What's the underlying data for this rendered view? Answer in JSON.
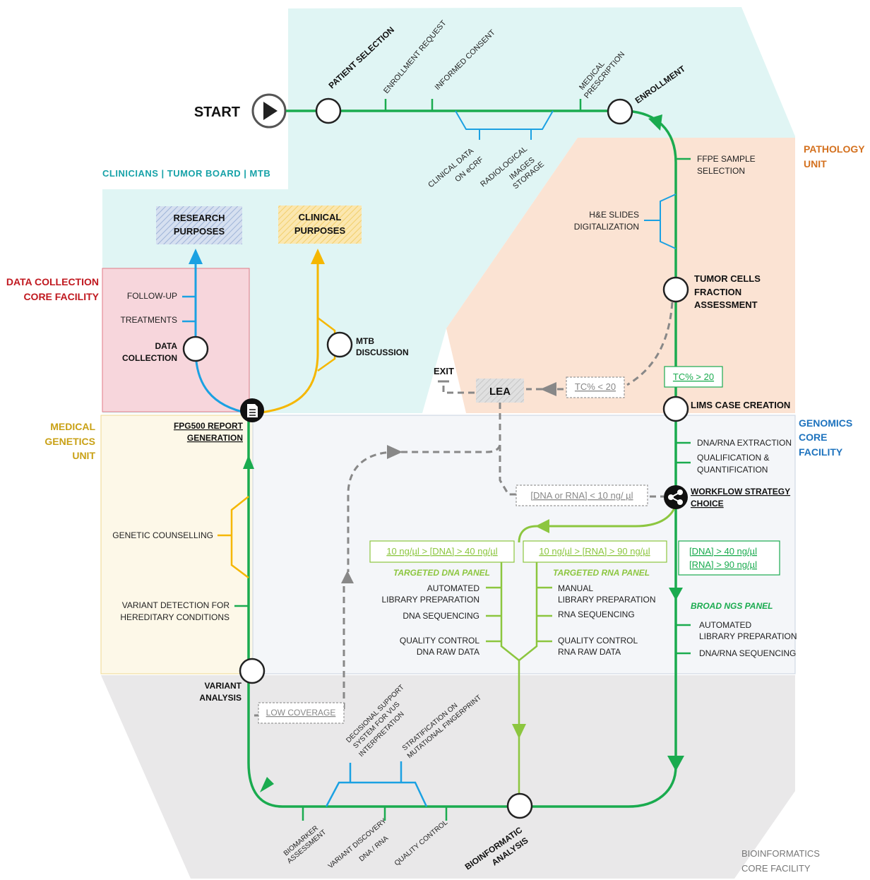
{
  "start_label": "START",
  "areas": {
    "clinicians": "CLINICIANS | TUMOR BOARD | MTB",
    "pathology": [
      "PATHOLOGY",
      "UNIT"
    ],
    "data_collection": [
      "DATA COLLECTION",
      "CORE FACILITY"
    ],
    "medical_genetics": [
      "MEDICAL",
      "GENETICS",
      "UNIT"
    ],
    "genomics": [
      "GENOMICS",
      "CORE",
      "FACILITY"
    ],
    "bioinformatics": [
      "BIOINFORMATICS",
      "CORE FACILITY"
    ]
  },
  "nodes": {
    "patient_selection": "PATIENT SELECTION",
    "enrollment": "ENROLLMENT",
    "tumor_cells": [
      "TUMOR CELLS",
      "FRACTION",
      "ASSESSMENT"
    ],
    "lims": "LIMS CASE CREATION",
    "workflow": [
      "WORKFLOW STRATEGY",
      "CHOICE"
    ],
    "bioinformatic": [
      "BIOINFORMATIC",
      "ANALYSIS"
    ],
    "variant_analysis": [
      "VARIANT",
      "ANALYSIS"
    ],
    "report": [
      "FPG500 REPORT",
      "GENERATION"
    ],
    "data_collection": [
      "DATA",
      "COLLECTION"
    ],
    "mtb": [
      "MTB",
      "DISCUSSION"
    ],
    "lea": "LEA",
    "exit": "EXIT"
  },
  "purposes": {
    "research": [
      "RESEARCH",
      "PURPOSES"
    ],
    "clinical": [
      "CLINICAL",
      "PURPOSES"
    ]
  },
  "steps": {
    "enrollment_request": "ENROLLMENT REQUEST",
    "informed_consent": "INFORMED CONSENT",
    "medical_prescription": [
      "MEDICAL",
      "PRESCRIPTION"
    ],
    "clinical_data": [
      "CLINICAL DATA",
      "ON eCRF"
    ],
    "radiological": [
      "RADIOLOGICAL",
      "IMAGES",
      "STORAGE"
    ],
    "ffpe": [
      "FFPE SAMPLE",
      "SELECTION"
    ],
    "he_slides": [
      "H&E SLIDES",
      "DIGITALIZATION"
    ],
    "follow_up": "FOLLOW-UP",
    "treatments": "TREATMENTS",
    "extraction": "DNA/RNA EXTRACTION",
    "qualification": [
      "QUALIFICATION &",
      "QUANTIFICATION"
    ],
    "genetic_counselling": "GENETIC COUNSELLING",
    "variant_detection": [
      "VARIANT DETECTION FOR",
      "HEREDITARY CONDITIONS"
    ],
    "dna_auto": [
      "AUTOMATED",
      "LIBRARY PREPARATION"
    ],
    "dna_seq": "DNA SEQUENCING",
    "dna_qc": [
      "QUALITY CONTROL",
      "DNA RAW DATA"
    ],
    "rna_manual": [
      "MANUAL",
      "LIBRARY PREPARATION"
    ],
    "rna_seq": "RNA SEQUENCING",
    "rna_qc": [
      "QUALITY CONTROL",
      "RNA RAW DATA"
    ],
    "broad_auto": [
      "AUTOMATED",
      "LIBRARY PREPARATION"
    ],
    "broad_seq": "DNA/RNA SEQUENCING",
    "decisional": [
      "DECISIONAL SUPPORT",
      "SYSTEM FOR VUS",
      "INTERPRETATION"
    ],
    "stratification": [
      "STRATIFICATION ON",
      "MUTATIONAL FINGERPRINT"
    ],
    "biomarker": [
      "BIOMARKER",
      "ASSESSMENT"
    ],
    "variant_discovery": [
      "VARIANT DISCOVERY",
      "DNA / RNA"
    ],
    "quality_control": "QUALITY CONTROL"
  },
  "panels": {
    "targeted_dna": "TARGETED DNA PANEL",
    "targeted_rna": "TARGETED RNA PANEL",
    "broad": "BROAD NGS PANEL"
  },
  "conditions": {
    "tc_high": "TC% > 20",
    "tc_low": "TC% < 20",
    "low_conc": "[DNA or RNA] < 10 ng/ µl",
    "dna_range": "10 ng/µl > [DNA] > 40 ng/µl",
    "rna_range": "10 ng/µl > [RNA] > 90 ng/µl",
    "broad_dna": "[DNA] > 40 ng/µl",
    "broad_rna": "[RNA] > 90 ng/µl",
    "low_coverage": "LOW COVERAGE"
  },
  "colors": {
    "main_green": "#1aab4f",
    "light_green": "#8cc63f",
    "blue": "#1ba1e2",
    "yellow": "#f5b700",
    "grey_dash": "#888888",
    "teal_text": "#17a2a8",
    "orange_text": "#d4711f",
    "red_text": "#c0181f",
    "gold_text": "#c9a116",
    "blue_text": "#1e73be",
    "grey_text": "#777777"
  }
}
